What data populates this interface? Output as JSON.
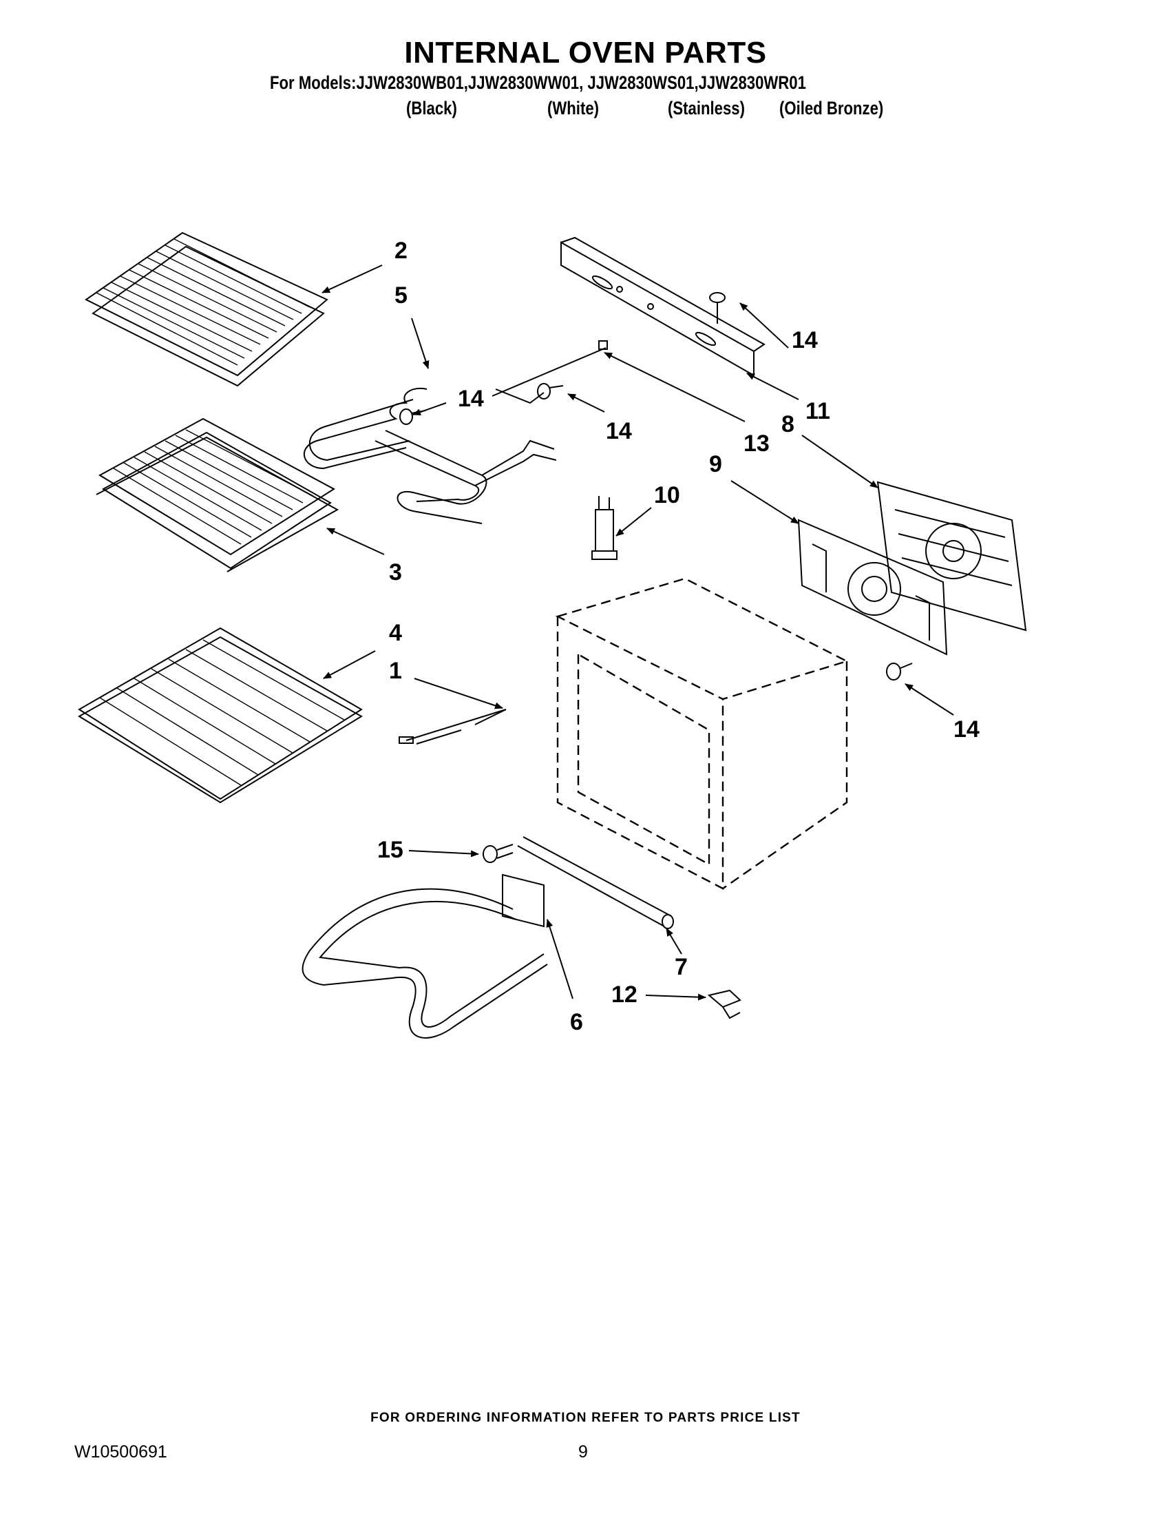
{
  "header": {
    "title": "INTERNAL OVEN PARTS",
    "models_line": "For Models:JJW2830WB01,JJW2830WW01, JJW2830WS01,JJW2830WR01",
    "colors": [
      "(Black)",
      "(White)",
      "(Stainless)",
      "(Oiled Bronze)"
    ]
  },
  "callouts": {
    "c1": "1",
    "c2": "2",
    "c3": "3",
    "c4": "4",
    "c5": "5",
    "c6": "6",
    "c7": "7",
    "c8": "8",
    "c9": "9",
    "c10": "10",
    "c11": "11",
    "c12": "12",
    "c13": "13",
    "c14a": "14",
    "c14b": "14",
    "c14c": "14",
    "c14d": "14",
    "c15": "15"
  },
  "footer": {
    "ordering_note": "FOR ORDERING INFORMATION REFER TO PARTS PRICE LIST",
    "document_number": "W10500691",
    "page_number": "9"
  }
}
